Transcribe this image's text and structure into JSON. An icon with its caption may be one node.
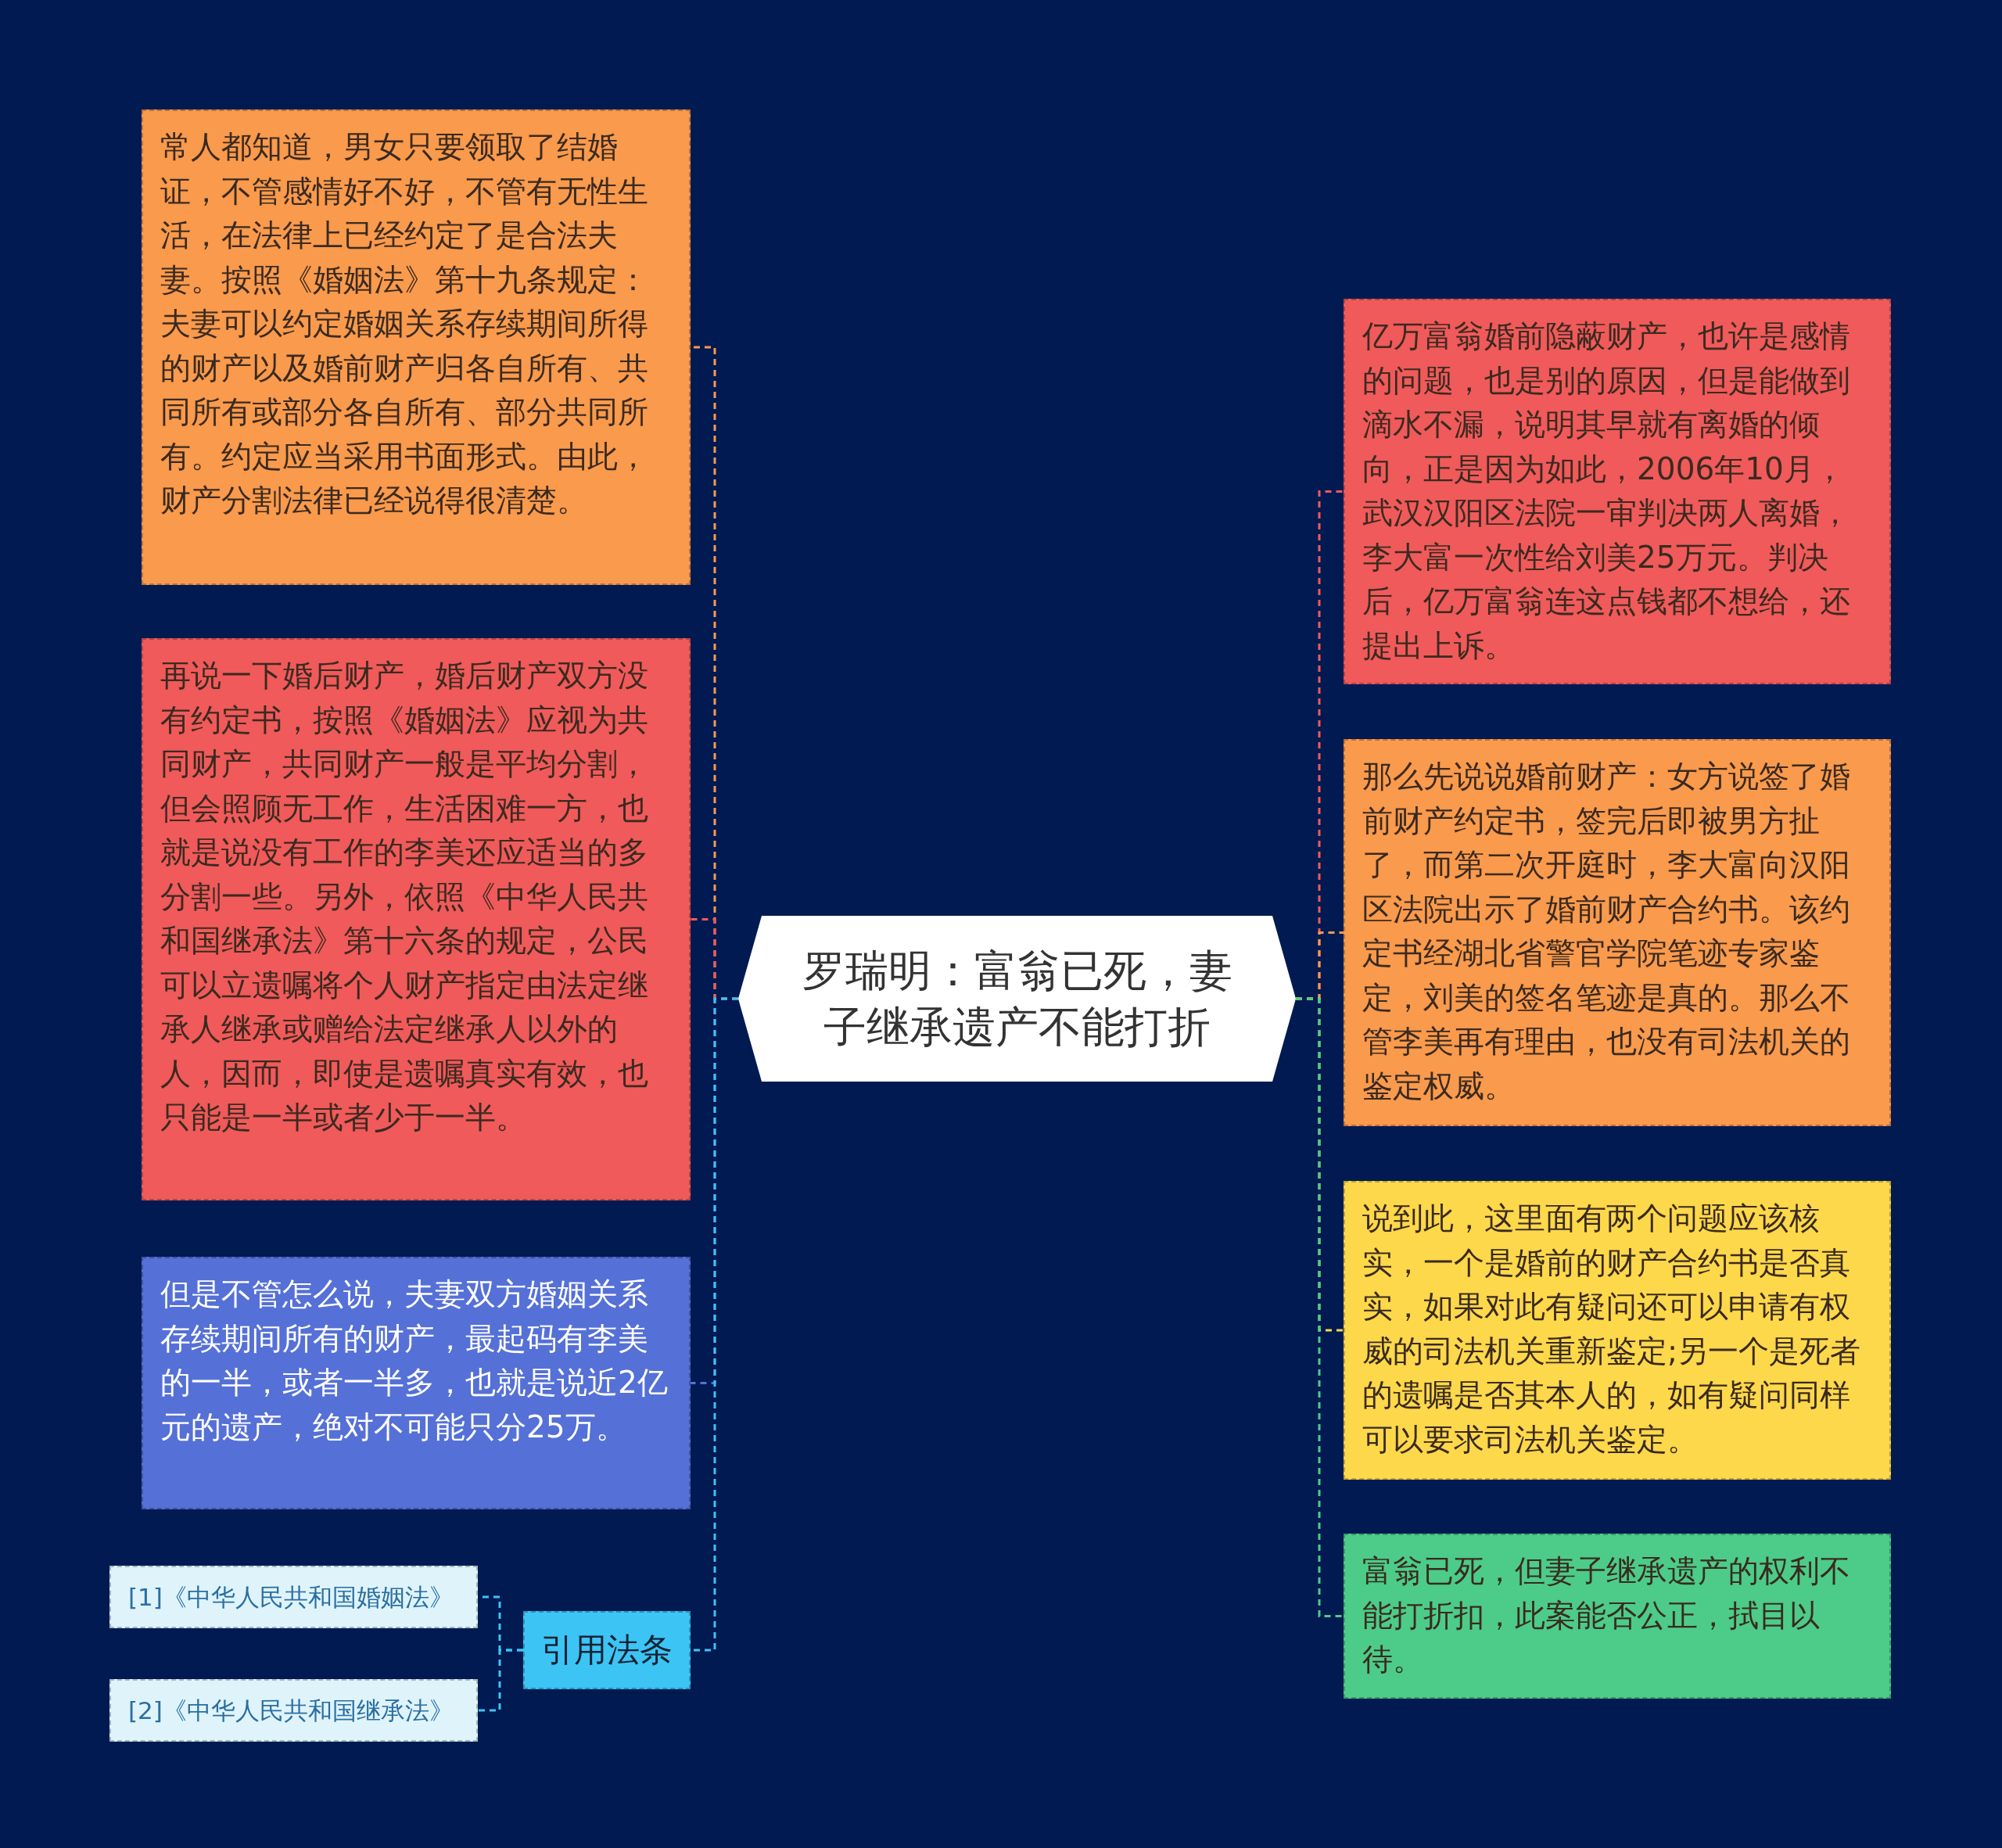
{
  "diagram": {
    "nodes": [
      {
        "text": [
          "罗瑞明：富翁已死，妻子继承遗产不能打折"
        ]
      },
      {
        "text": [
          "常人都知道，男女只要领取了结婚证，不管感情好不好，不管有无性生活，在法律上已经约定了是合法夫妻。按照《婚姻法》第十九条规定：夫妻可以约定婚姻关系存续期间所得的财产以及婚前财产归各自所有、共同所有或部分各自所有、部分共同所有。约定应当采用书面形式。由此，财产分割法律已经说得很清楚。"
        ]
      },
      {
        "text": [
          "再说一下婚后财产，婚后财产双方没有约定书，按照《婚姻法》应视为共同财产，共同财产一般是平均分割，但会照顾无工作，生活困难一方，也就是说没有工作的李美还应适当的多分割一些。另外，依照《中华人民共和国继承法》第十六条的规定，公民可以立遗嘱将个人财产指定由法定继承人继承或赠给法定继承人以外的人，因而，即使是遗嘱真实有效，也只能是一半或者少于一半。"
        ]
      },
      {
        "text": [
          "但是不管怎么说，夫妻双方婚姻关系存续期间所有的财产，最起码有李美的一半，或者一半多，也就是说近2亿元的遗产，绝对不可能只分25万。"
        ]
      },
      {
        "text": [
          "引用法条"
        ]
      },
      {
        "text": [
          "[1]《中华人民共和国婚姻法》"
        ]
      },
      {
        "text": [
          "[2]《中华人民共和国继承法》"
        ]
      },
      {
        "text": [
          "亿万富翁婚前隐蔽财产，也许是感情的问题，也是别的原因，但是能做到滴水不漏，说明其早就有离婚的倾向，正是因为如此，2006年10月，武汉汉阳区法院一审判决两人离婚，李大富一次性给刘美25万元。判决后，亿万富翁连这点钱都不想给，还提出上诉。"
        ]
      },
      {
        "text": [
          "那么先说说婚前财产：女方说签了婚前财产约定书，签完后即被男方扯了，而第二次开庭时，李大富向汉阳区法院出示了婚前财产合约书。该约定书经湖北省警官学院笔迹专家鉴定，刘美的签名笔迹是真的。那么不管李美再有理由，也没有司法机关的鉴定权威。"
        ]
      },
      {
        "text": [
          "说到此，这里面有两个问题应该核实，一个是婚前的财产合约书是否真实，如果对此有疑问还可以申请有权威的司法机关重新鉴定;另一个是死者的遗嘱是否其本人的，如有疑问同样可以要求司法机关鉴定。"
        ]
      },
      {
        "text": [
          "富翁已死，但妻子继承遗产的权利不能打折扣，此案能否公正，拭目以待。"
        ]
      }
    ],
    "edges": [
      {
        "from": 0,
        "to": 1,
        "arrow": "none",
        "style": "dashed",
        "color": "#f99a4c"
      },
      {
        "from": 0,
        "to": 2,
        "arrow": "none",
        "style": "dashed",
        "color": "#f05a5a"
      },
      {
        "from": 0,
        "to": 3,
        "arrow": "none",
        "style": "dashed",
        "color": "#5570d6"
      },
      {
        "from": 0,
        "to": 4,
        "arrow": "none",
        "style": "dashed",
        "color": "#3cc4f5"
      },
      {
        "from": 4,
        "to": 5,
        "arrow": "none",
        "style": "dashed",
        "color": "#3cc4f5"
      },
      {
        "from": 4,
        "to": 6,
        "arrow": "none",
        "style": "dashed",
        "color": "#3cc4f5"
      },
      {
        "from": 0,
        "to": 7,
        "arrow": "none",
        "style": "dashed",
        "color": "#f05a5a"
      },
      {
        "from": 0,
        "to": 8,
        "arrow": "none",
        "style": "dashed",
        "color": "#f99a4c"
      },
      {
        "from": 0,
        "to": 9,
        "arrow": "none",
        "style": "dashed",
        "color": "#fdd84a"
      },
      {
        "from": 0,
        "to": 10,
        "arrow": "none",
        "style": "dashed",
        "color": "#4ccc88"
      }
    ]
  }
}
